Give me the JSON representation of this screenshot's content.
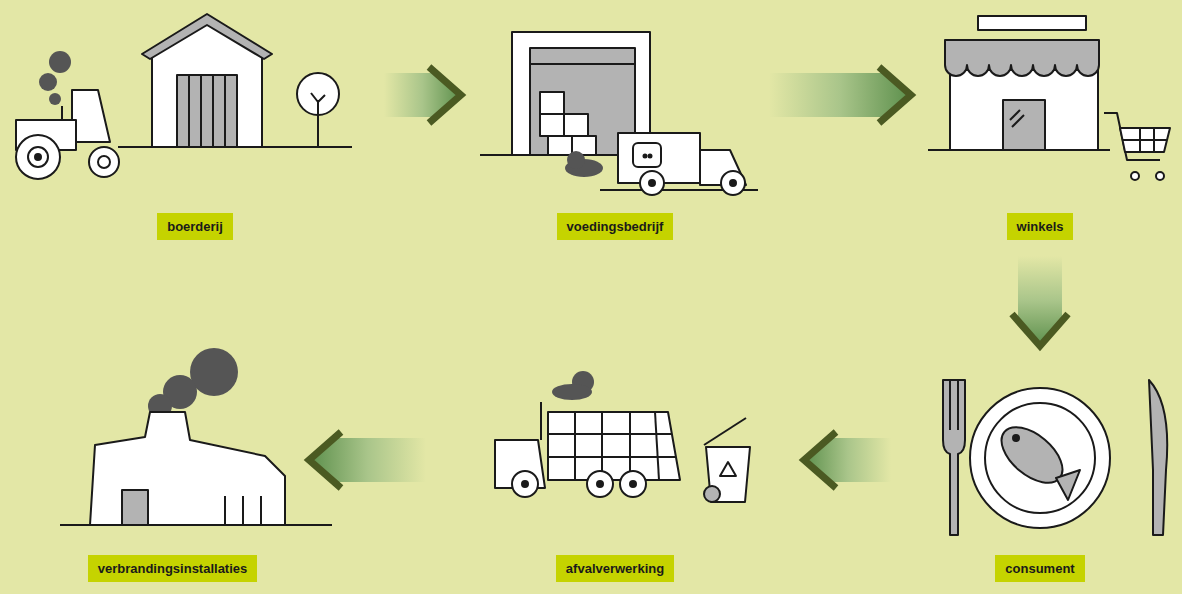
{
  "diagram": {
    "nodes": [
      {
        "text": [
          "boerderij"
        ]
      },
      {
        "text": [
          "voedingsbedrijf"
        ]
      },
      {
        "text": [
          "winkels"
        ]
      },
      {
        "text": [
          "verbrandingsinstallaties"
        ]
      },
      {
        "text": [
          "afvalverwerking"
        ]
      },
      {
        "text": [
          "consument"
        ]
      }
    ],
    "edges": [
      {
        "from": 0,
        "to": 1,
        "arrow": "to"
      },
      {
        "from": 1,
        "to": 2,
        "arrow": "to"
      },
      {
        "from": 2,
        "to": 5,
        "arrow": "to"
      },
      {
        "from": 5,
        "to": 4,
        "arrow": "to"
      },
      {
        "from": 4,
        "to": 3,
        "arrow": "to"
      }
    ]
  }
}
